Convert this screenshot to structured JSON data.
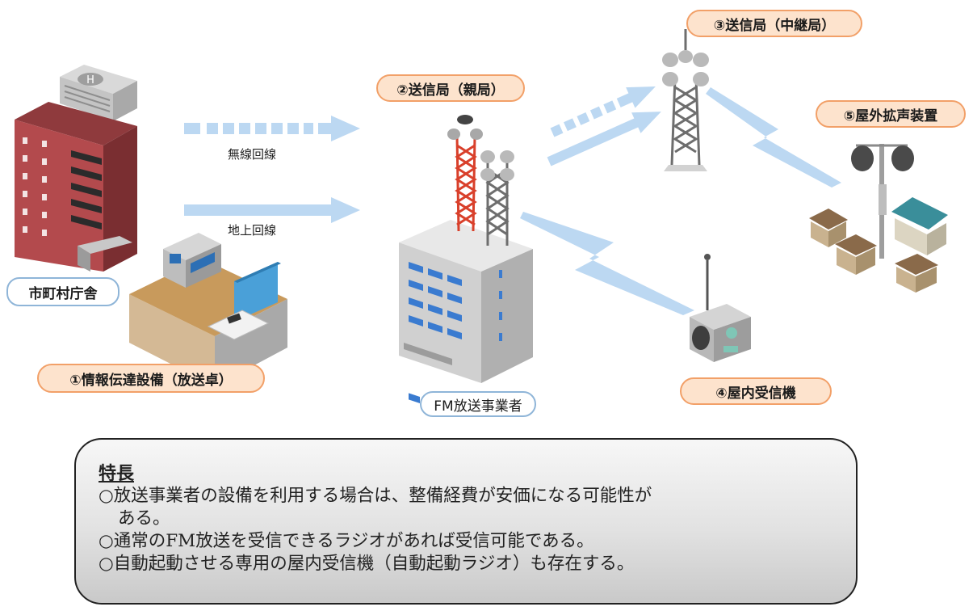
{
  "nodes": {
    "city_hall": "市町村庁舎",
    "console": "①情報伝達設備（放送卓）",
    "main_station": "②送信局（親局）",
    "relay_station": "③送信局（中継局）",
    "indoor_receiver": "④屋内受信機",
    "outdoor_speaker": "⑤屋外拡声装置",
    "fm_broadcaster": "FM放送事業者"
  },
  "links": {
    "wireless": "無線回線",
    "ground": "地上回線"
  },
  "features": {
    "title": "特長",
    "items": [
      "○放送事業者の設備を利用する場合は、整備経費が安価になる可能性が",
      "ある。",
      "○通常のFM放送を受信できるラジオがあれば受信可能である。",
      "○自動起動させる専用の屋内受信機（自動起動ラジオ）も存在する。"
    ]
  },
  "colors": {
    "arrow": "#bcd8f2",
    "label_orange_fill": "#fde3cd",
    "label_orange_border": "#f2a068",
    "label_blue_border": "#8fb5d8",
    "building_red": "#b34a4d",
    "tower_red": "#d9402b"
  }
}
